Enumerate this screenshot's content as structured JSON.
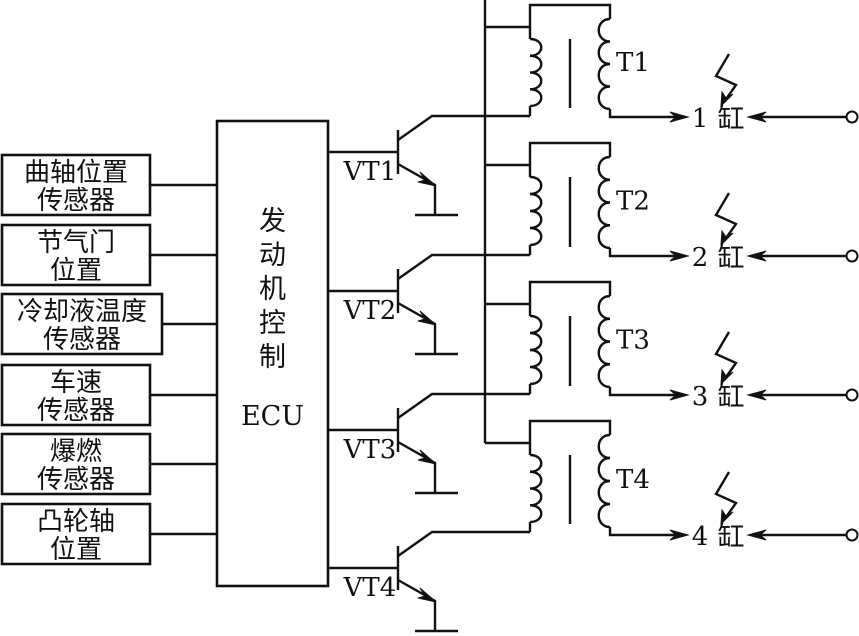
{
  "diagram": {
    "type": "ignition-circuit",
    "sensors": [
      {
        "line1": "曲轴位置",
        "line2": "传感器"
      },
      {
        "line1": "节气门",
        "line2": "位置"
      },
      {
        "line1": "冷却液温度",
        "line2": "传感器"
      },
      {
        "line1": "车速",
        "line2": "传感器"
      },
      {
        "line1": "爆燃",
        "line2": "传感器"
      },
      {
        "line1": "凸轮轴",
        "line2": "位置"
      }
    ],
    "ecu": {
      "chars": [
        "发",
        "动",
        "机",
        "控",
        "制"
      ],
      "label": "ECU"
    },
    "transistors": [
      {
        "label": "VT1"
      },
      {
        "label": "VT2"
      },
      {
        "label": "VT3"
      },
      {
        "label": "VT4"
      }
    ],
    "coils": [
      {
        "label": "T1"
      },
      {
        "label": "T2"
      },
      {
        "label": "T3"
      },
      {
        "label": "T4"
      }
    ],
    "cylinders": [
      {
        "num": "1",
        "char": "缸"
      },
      {
        "num": "2",
        "char": "缸"
      },
      {
        "num": "3",
        "char": "缸"
      },
      {
        "num": "4",
        "char": "缸"
      }
    ],
    "colors": {
      "ink": "#111111",
      "background": "#ffffff"
    }
  }
}
